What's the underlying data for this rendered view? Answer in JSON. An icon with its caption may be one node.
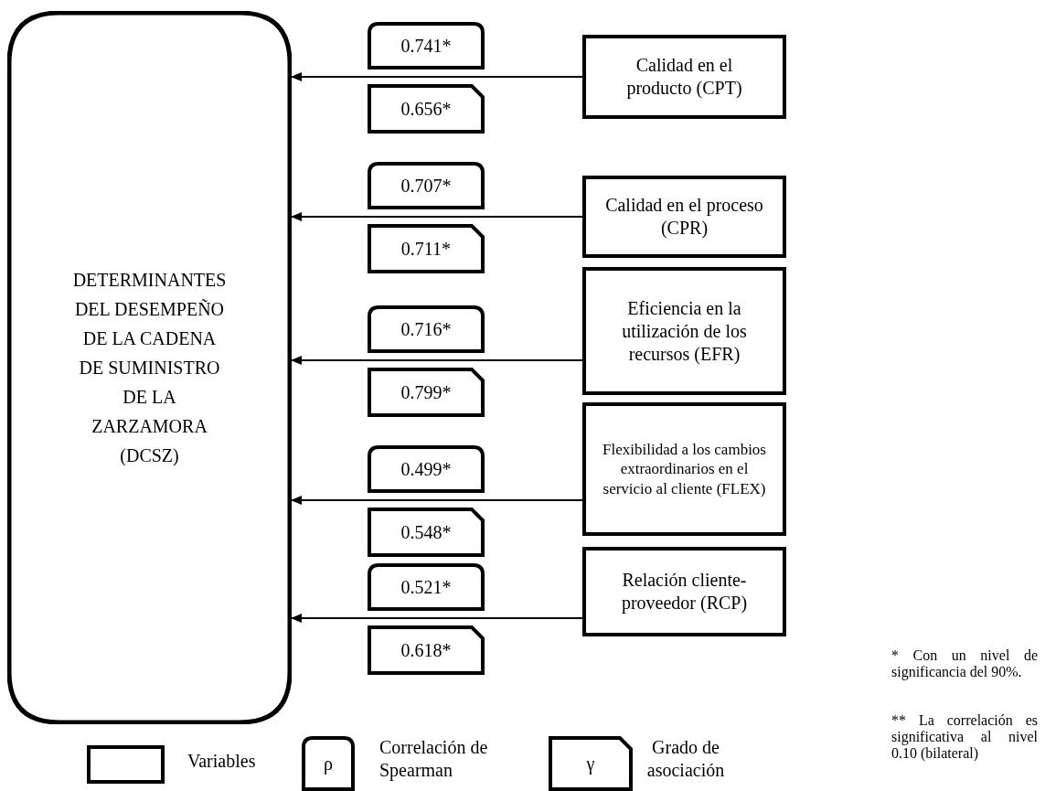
{
  "diagram": {
    "nodes": [
      {
        "text": [
          "DETERMINANTES DEL DESEMPEÑO DE LA CADENA DE SUMINISTRO DE LA ZARZAMORA (DCSZ)"
        ]
      },
      {
        "text": [
          "Calidad en el producto (CPT)"
        ]
      },
      {
        "text": [
          "Calidad en el proceso (CPR)"
        ]
      },
      {
        "text": [
          "Eficiencia en la utilización de los recursos (EFR)"
        ]
      },
      {
        "text": [
          "Flexibilidad a los cambios extraordinarios en el servicio al cliente (FLEX)"
        ]
      },
      {
        "text": [
          "Relación cliente-proveedor (RCP)"
        ]
      },
      {
        "text": [
          "0.741*"
        ]
      },
      {
        "text": [
          "0.656*"
        ]
      },
      {
        "text": [
          "0.707*"
        ]
      },
      {
        "text": [
          "0.711*"
        ]
      },
      {
        "text": [
          "0.716*"
        ]
      },
      {
        "text": [
          "0.799*"
        ]
      },
      {
        "text": [
          "0.499*"
        ]
      },
      {
        "text": [
          "0.548*"
        ]
      },
      {
        "text": [
          "0.521*"
        ]
      },
      {
        "text": [
          "0.618*"
        ]
      }
    ],
    "edges": [
      {
        "from": 1,
        "to": 0,
        "arrow": "to"
      },
      {
        "from": 2,
        "to": 0,
        "arrow": "to"
      },
      {
        "from": 3,
        "to": 0,
        "arrow": "to"
      },
      {
        "from": 4,
        "to": 0,
        "arrow": "to"
      },
      {
        "from": 5,
        "to": 0,
        "arrow": "to"
      }
    ],
    "labels": [
      "ρ",
      "γ",
      "* Con un nivel de significancia del 90%.",
      "** La correlación es significativa al nivel 0.10 (bilateral)"
    ],
    "legend": [
      {
        "text": "Variables"
      },
      {
        "text": "Correlación de Spearman"
      },
      {
        "text": "Grado de asociación"
      }
    ]
  }
}
